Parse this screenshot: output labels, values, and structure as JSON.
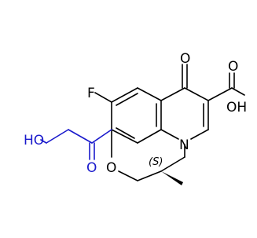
{
  "molecule": {
    "atoms": {
      "fluorine": "F",
      "ketone_oxygen_ring": "O",
      "carboxyl_oh": "OH",
      "hydroxyl": "HO",
      "side_chain_ketone_oxygen": "O",
      "ring_oxygen": "O",
      "nitrogen": "N"
    },
    "stereo_label": "(S)",
    "colors": {
      "default": "#000000",
      "highlight": "#1a1acc"
    }
  }
}
